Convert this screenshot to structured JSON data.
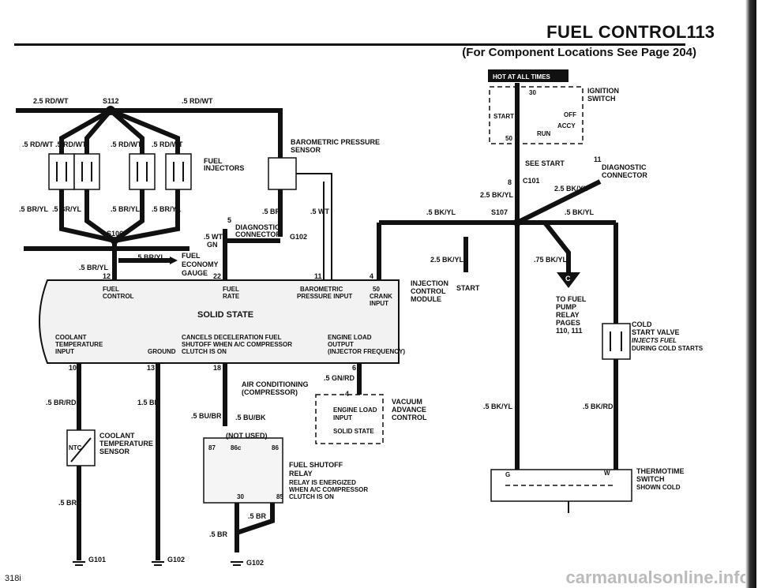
{
  "header": {
    "title": "FUEL CONTROL",
    "page_number": "113",
    "subtitle": "(For Component Locations See Page 204)"
  },
  "badge": {
    "hot_at_all_times": "HOT AT ALL TIMES"
  },
  "labels": {
    "rd_wt_25": "2.5 RD/WT",
    "s112": "S112",
    "rd_wt_5_top": ".5 RD/WT",
    "rd_wt_5_a": ".5 RD/WT",
    "rd_wt_5_b": ".5 RD/WT",
    "rd_wt_5_c": ".5 RD/WT",
    "rd_wt_5_d": ".5 RD/WT",
    "fuel_injectors_1": "FUEL",
    "fuel_injectors_2": "INJECTORS",
    "br_yl_a": ".5 BR/YL",
    "br_yl_b": ".5 BR/YL",
    "br_yl_c": ".5 BR/YL",
    "br_yl_d": ".5 BR/YL",
    "s106": "S106",
    "br_yl_e": ".5 BR/YL",
    "br_yl_f": ".5 BR/YL",
    "fuel_economy_1": "FUEL",
    "fuel_economy_2": "ECONOMY",
    "fuel_economy_3": "GAUGE",
    "pin_12": "12",
    "pin_22": "22",
    "pin_5": "5",
    "diag_conn_1": "DIAGNOSTIC",
    "diag_conn_2": "CONNECTOR",
    "wt_gn_1": ".5 WT/",
    "wt_gn_2": "GN",
    "g102_top": "G102",
    "baro_1": "BAROMETRIC PRESSURE",
    "baro_2": "SENSOR",
    "br_5": ".5 BR",
    "wt_5": ".5 WT",
    "pin_11": "11",
    "pin_4": "4",
    "ecu_fuel_control_1": "FUEL",
    "ecu_fuel_control_2": "CONTROL",
    "ecu_fuel_rate_1": "FUEL",
    "ecu_fuel_rate_2": "RATE",
    "ecu_baro_1": "BAROMETRIC",
    "ecu_baro_2": "PRESSURE INPUT",
    "ecu_50": "50",
    "ecu_crank_1": "CRANK",
    "ecu_crank_2": "INPUT",
    "ecu_solid_state": "SOLID STATE",
    "ecu_coolant_1": "COOLANT",
    "ecu_coolant_2": "TEMPERATURE",
    "ecu_coolant_3": "INPUT",
    "ecu_ground": "GROUND",
    "ecu_cancel_1": "CANCELS DECELERATION FUEL",
    "ecu_cancel_2": "SHUTOFF WHEN A/C COMPRESSOR",
    "ecu_cancel_3": "CLUTCH IS ON",
    "ecu_engine_load_1": "ENGINE LOAD",
    "ecu_engine_load_2": "OUTPUT",
    "ecu_engine_load_3": "(INJECTOR FREQUENCY)",
    "injection_1": "INJECTION",
    "injection_2": "CONTROL",
    "injection_3": "MODULE",
    "pin_10": "10",
    "pin_13": "13",
    "pin_18": "18",
    "pin_6": "6",
    "br_rd_5": ".5 BR/RD",
    "br_15": "1.5 BR",
    "coolant_sensor_1": "COOLANT",
    "coolant_sensor_2": "TEMPERATURE",
    "coolant_sensor_3": "SENSOR",
    "ntc": "NTC",
    "br_5_low": ".5 BR",
    "g101": "G101",
    "g102_a": "G102",
    "g102_b": "G102",
    "ac_1": "AIR CONDITIONING",
    "ac_2": "(COMPRESSOR)",
    "bu_br": ".5 BU/BR",
    "bu_bk": ".5 BU/BK",
    "not_used": "(NOT USED)",
    "relay_87": "87",
    "relay_86": "86",
    "relay_85": "85",
    "relay_30": "30",
    "relay_87a": "86c",
    "fuel_shutoff_1": "FUEL SHUTOFF",
    "fuel_shutoff_2": "RELAY",
    "fuel_shutoff_3": "RELAY IS ENERGIZED",
    "fuel_shutoff_4": "WHEN A/C COMPRESSOR",
    "fuel_shutoff_5": "CLUTCH IS ON",
    "br_5_relay": ".5 BR",
    "br_5_bottom": ".5 BR",
    "gn_rd": ".5 GN/RD",
    "pin_4b": "4",
    "vac_engine_load_1": "ENGINE LOAD",
    "vac_engine_load_2": "INPUT",
    "vac_solid_state": "SOLID STATE",
    "vacuum_1": "VACUUM",
    "vacuum_2": "ADVANCE",
    "vacuum_3": "CONTROL",
    "ign_30": "30",
    "ign_start": "START",
    "ign_off": "OFF",
    "ign_accy": "ACCY",
    "ign_run": "RUN",
    "ign_50": "50",
    "ign_1": "IGNITION",
    "ign_2": "SWITCH",
    "see_start": "SEE START",
    "pin_8": "8",
    "c101": "C101",
    "bk_yl_25_a": "2.5 BK/YL",
    "bk_yl_25_b": "2.5 BK/YL",
    "pin_11b": "11",
    "diag2_1": "DIAGNOSTIC",
    "diag2_2": "CONNECTOR",
    "s107": "S107",
    "bk_yl_5_a": ".5 BK/YL",
    "bk_yl_5_b": ".5 BK/YL",
    "bk_yl_25_c": "2.5 BK/YL",
    "bk_yl_75": ".75 BK/YL",
    "start": "START",
    "c_marker": "C",
    "to_fuel_1": "TO FUEL",
    "to_fuel_2": "PUMP",
    "to_fuel_3": "RELAY",
    "to_fuel_4": "PAGES",
    "to_fuel_5": "110, 111",
    "cold_1": "COLD",
    "cold_2": "START VALVE",
    "cold_3": "INJECTS FUEL",
    "cold_4": "DURING COLD STARTS",
    "bk_yl_5_c": ".5 BK/YL",
    "bk_rd_5": ".5 BK/RD",
    "thermo_1": "THERMOTIME",
    "thermo_2": "SWITCH",
    "thermo_3": "SHOWN COLD",
    "thermo_g": "G",
    "thermo_w": "W"
  },
  "footer": {
    "model": "318i",
    "watermark": "carmanualsonline.info"
  }
}
